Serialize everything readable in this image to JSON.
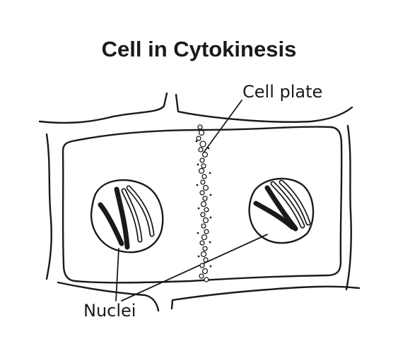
{
  "title": "Cell in Cytokinesis",
  "labels": {
    "cell_plate": "Cell plate",
    "nuclei": "Nuclei"
  },
  "colors": {
    "stroke": "#1a1a1a",
    "background": "#ffffff"
  }
}
